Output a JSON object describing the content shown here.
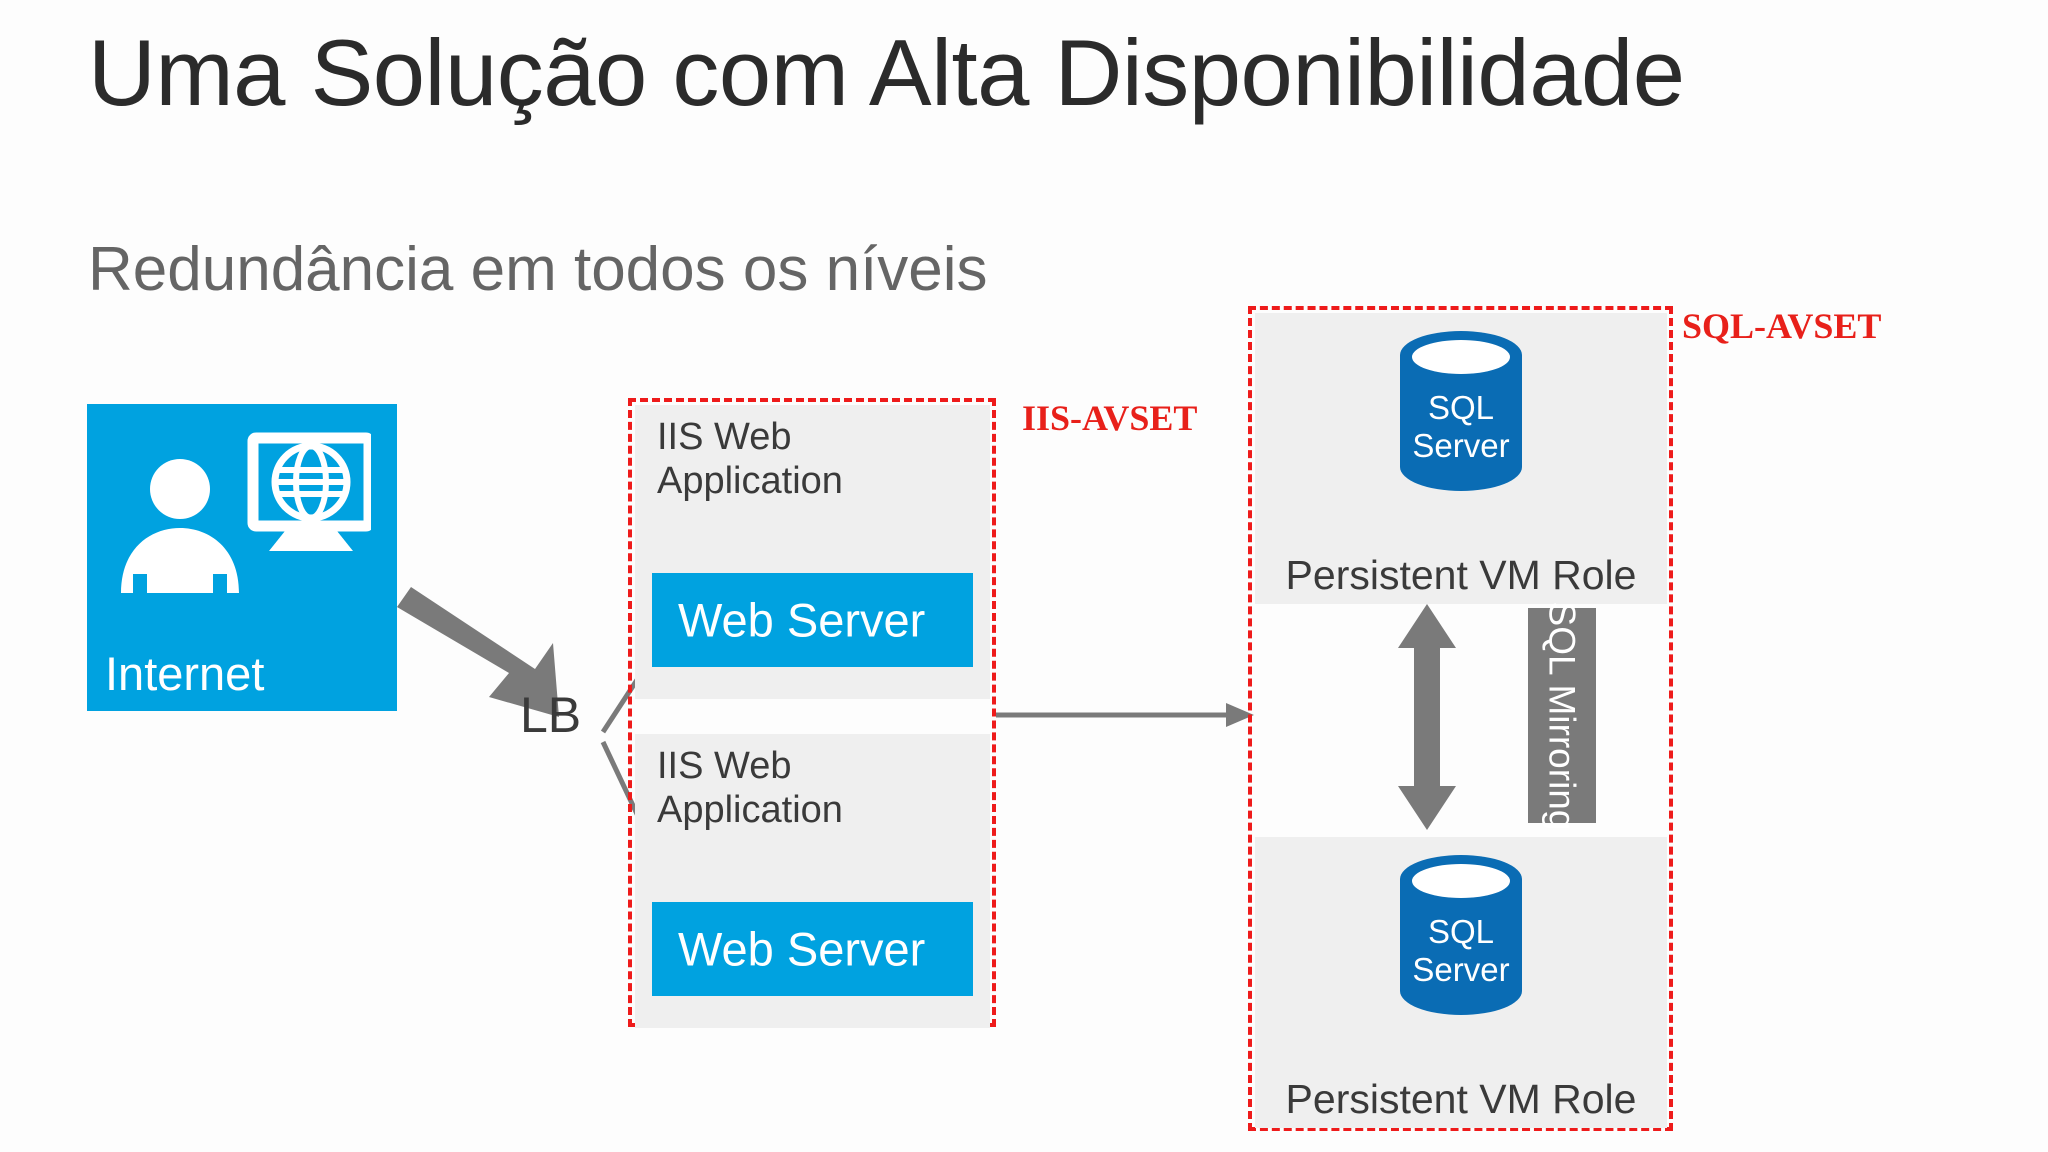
{
  "slide": {
    "title": "Uma Solução com Alta Disponibilidade",
    "subtitle": "Redundância em todos os níveis"
  },
  "colors": {
    "azure": "#00a2e0",
    "sql_blue": "#0a6cb4",
    "avset_red": "#e8201a",
    "panel_gray": "#efefef",
    "arrow_gray": "#7a7a7a",
    "title_gray": "#2b2b2b",
    "subtitle_gray": "#656565"
  },
  "internet": {
    "label": "Internet",
    "icon": "person-monitor-globe-icon"
  },
  "load_balancer": {
    "label": "LB"
  },
  "iis_avset": {
    "label": "IIS-AVSET",
    "nodes": [
      {
        "title": "IIS Web\nApplication",
        "server_label": "Web Server"
      },
      {
        "title": "IIS Web\nApplication",
        "server_label": "Web Server"
      }
    ]
  },
  "sql_avset": {
    "label": "SQL-AVSET",
    "mirroring_label": "SQL Mirroring",
    "nodes": [
      {
        "db_label": "SQL\nServer",
        "role_label": "Persistent VM Role"
      },
      {
        "db_label": "SQL\nServer",
        "role_label": "Persistent VM Role"
      }
    ]
  }
}
